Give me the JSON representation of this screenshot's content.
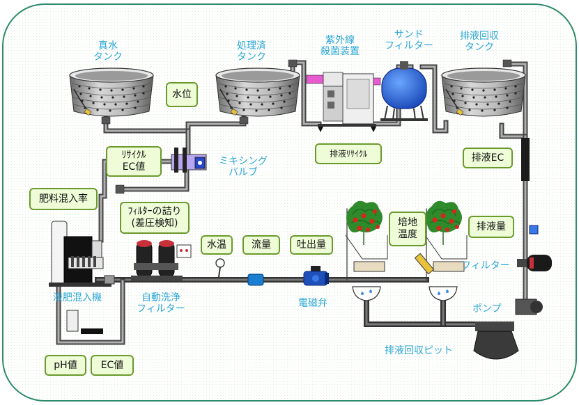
{
  "components": {
    "raw_water_tank": [
      "真水",
      "タンク"
    ],
    "treated_tank": [
      "処理済",
      "タンク"
    ],
    "uv_sterilizer": [
      "紫外線",
      "殺菌装置"
    ],
    "sand_filter": [
      "サンド",
      "フィルター"
    ],
    "drain_recovery_tank": [
      "排液回収",
      "タンク"
    ],
    "mixing_valve": [
      "ミキシング",
      "バルブ"
    ],
    "fertilizer_mixer": "液肥混入機",
    "auto_wash_filter": [
      "自動洗浄",
      "フィルター"
    ],
    "solenoid_valve": "電磁弁",
    "filter": "フィルター",
    "pump": "ポンプ",
    "drain_pit": "排液回収ピット"
  },
  "sensors": {
    "water_level": "水位",
    "recycle_ec": [
      "ﾘｻｲｸﾙ",
      "EC値"
    ],
    "drain_recycle": "排液ﾘｻｲｸﾙ",
    "drain_ec": "排液EC",
    "fertilizer_ratio": "肥料混入率",
    "filter_clog": [
      "ﾌｨﾙﾀｰの詰り",
      "(差圧検知)"
    ],
    "water_temp": "水温",
    "flow_rate": "流量",
    "discharge": "吐出量",
    "medium_temp": [
      "培地",
      "温度"
    ],
    "drain_volume": "排液量",
    "ph": "pH値",
    "ec": "EC値"
  },
  "colors": {
    "pipe": "#6a6a6a",
    "caption": "#2aa6d6",
    "sensor_fill": "#eefcd8",
    "sensor_border": "#6a9a2c",
    "sand_filter": "#1f5fd6",
    "valve_blue": "#1f4fb8"
  }
}
